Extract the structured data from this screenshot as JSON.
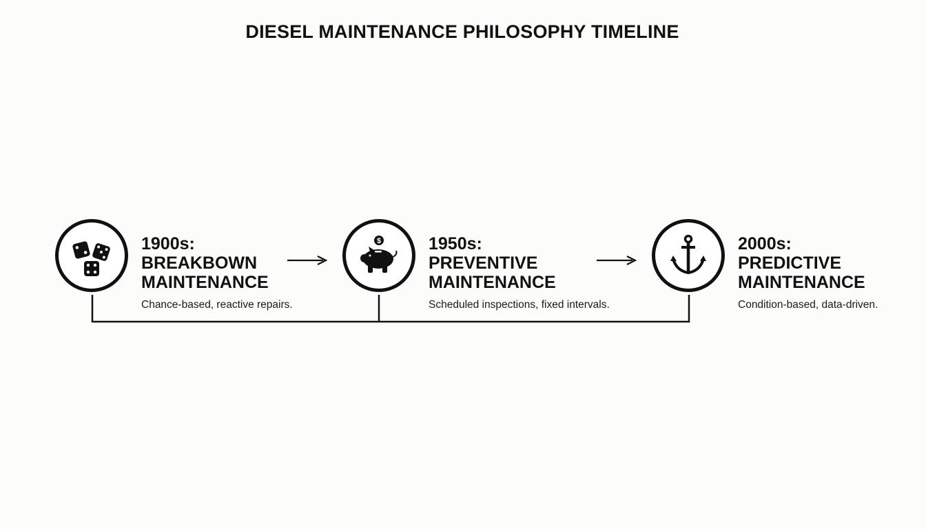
{
  "title": "DIESEL MAINTENANCE PHILOSOPHY TIMELINE",
  "stages": [
    {
      "era": "1900s:",
      "name": "BREAKBOWN MAINTENANCE",
      "description": "Chance-based, reactive repairs.",
      "icon": "dice-icon"
    },
    {
      "era": "1950s:",
      "name": "PREVENTIVE MAINTENANCE",
      "description": "Scheduled inspections, fixed intervals.",
      "icon": "piggy-bank-icon",
      "icon_text": "$"
    },
    {
      "era": "2000s:",
      "name": "PREDICTIVE MAINTENANCE",
      "description": "Condition-based, data-driven.",
      "icon": "anchor-icon"
    }
  ],
  "colors": {
    "ink": "#111111",
    "background": "#fcfcfb"
  }
}
